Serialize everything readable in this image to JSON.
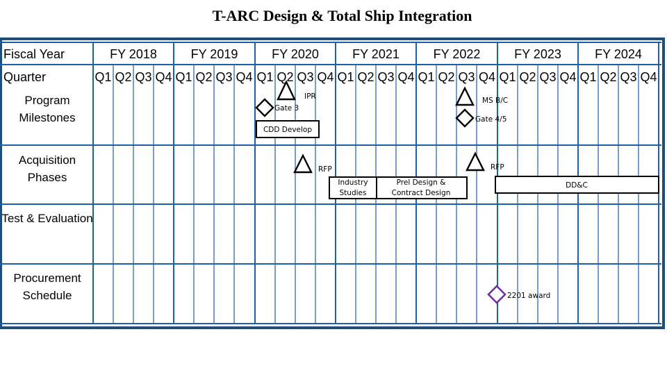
{
  "title": "T-ARC Design & Total Ship Integration",
  "header": {
    "fiscal_year_label": "Fiscal Year",
    "quarter_label": "Quarter",
    "fiscal_years": [
      "FY 2018",
      "FY 2019",
      "FY 2020",
      "FY 2021",
      "FY 2022",
      "FY 2023",
      "FY 2024"
    ],
    "quarters": [
      "Q1",
      "Q2",
      "Q3",
      "Q4"
    ]
  },
  "rows": {
    "program_milestones": [
      "Program",
      "Milestones"
    ],
    "acquisition_phases": [
      "Acquisition",
      "Phases"
    ],
    "test_evaluation": [
      "Test & Evaluation"
    ],
    "procurement_schedule": [
      "Procurement",
      "Schedule"
    ]
  },
  "milestones": {
    "ipr": "IPR",
    "gate3": "Gate 3",
    "cdd": "CDD Develop",
    "ms_bc": "MS B/C",
    "gate45": "Gate 4/5",
    "rfp1": "RFP",
    "industry": [
      "Industry",
      "Studies"
    ],
    "prel": [
      "Prel Design &",
      "Contract Design"
    ],
    "rfp2": "RFP",
    "ddc": "DD&C",
    "award": "2201 award"
  },
  "colors": {
    "grid": "#1f5fa8",
    "frame": "#1f4e79",
    "award": "#7030a0"
  }
}
